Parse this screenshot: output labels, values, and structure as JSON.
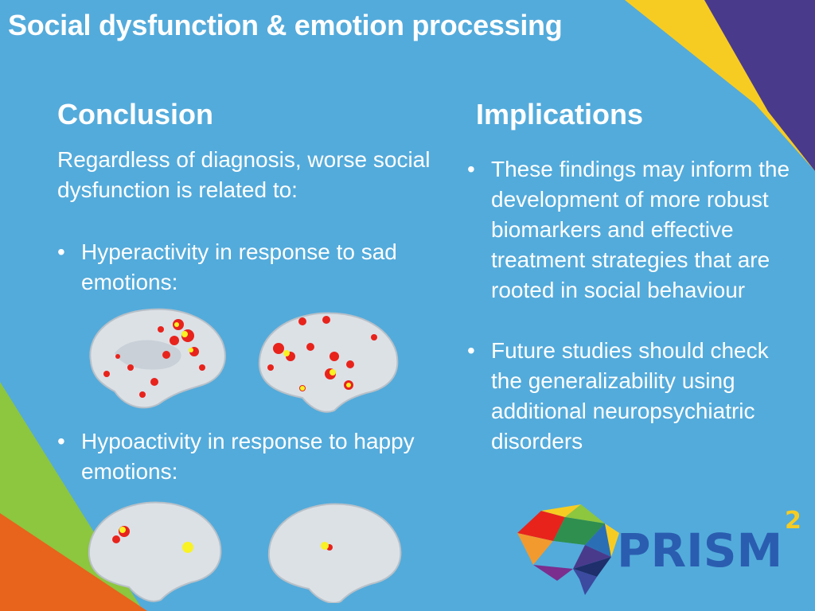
{
  "title": "Social dysfunction & emotion processing",
  "conclusion": {
    "heading": "Conclusion",
    "intro": "Regardless of diagnosis, worse social dysfunction is related to:",
    "bullets": [
      "Hyperactivity in response to sad emotions:",
      "Hypoactivity in response to happy emotions:"
    ]
  },
  "implications": {
    "heading": "Implications",
    "bullets": [
      "These findings may inform the development of more robust biomarkers and effective treatment strategies that are rooted in social behaviour",
      "Future studies should check the generalizability using additional neuropsychiatric disorders"
    ]
  },
  "logo": {
    "word": "PRISM",
    "superscript": "2"
  },
  "bullet_glyph": "•",
  "colors": {
    "background": "#53ABDB",
    "yellow": "#F7CC22",
    "purple": "#4A3A8C",
    "green": "#8DC63F",
    "orange": "#E8631C",
    "activation_red": "#E8231C",
    "activation_yellow": "#F9F224"
  }
}
